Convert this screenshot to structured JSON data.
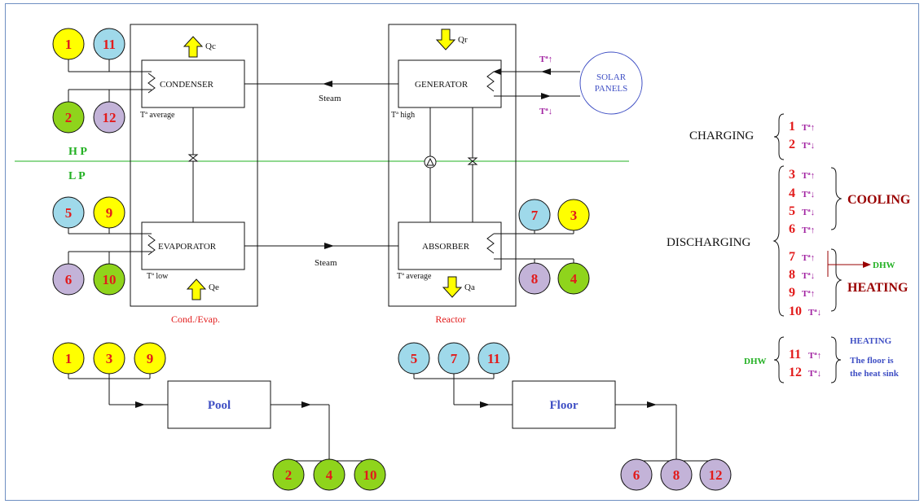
{
  "colors": {
    "yellow": "#ffff00",
    "lightblue": "#9fd9ea",
    "green": "#8fd41c",
    "lilac": "#c3b3d8",
    "red": "#e21b1b",
    "darkred": "#990000",
    "purple": "#a020a0",
    "blue": "#3f4fc4",
    "hpgreen": "#22b022",
    "pale": "#f5f5dc"
  },
  "components": {
    "condenser": "CONDENSER",
    "generator": "GENERATOR",
    "evaporator": "EVAPORATOR",
    "absorber": "ABSORBER",
    "solar": [
      "SOLAR",
      "PANELS"
    ],
    "pool": "Pool",
    "floor": "Floor"
  },
  "labels": {
    "qc": "Qc",
    "qr": "Qr",
    "qe": "Qe",
    "qa": "Qa",
    "steam_top": "Steam",
    "steam_bottom": "Steam",
    "t_avg_cond": "Tª average",
    "t_high": "Tª high",
    "t_low": "Tª low",
    "t_avg_abs": "Tª average",
    "t_up_solar": "Tª↑",
    "t_down_solar": "Tª↓",
    "hp": "H P",
    "lp": "L P",
    "cond_evap": "Cond./Evap.",
    "reactor": "Reactor"
  },
  "circles": {
    "cond_left": [
      "1",
      "11",
      "2",
      "12"
    ],
    "evap_left": [
      "5",
      "9",
      "6",
      "10"
    ],
    "abs_right": [
      "7",
      "3",
      "8",
      "4"
    ],
    "pool_in": [
      "1",
      "3",
      "9"
    ],
    "pool_out": [
      "2",
      "4",
      "10"
    ],
    "floor_in": [
      "5",
      "7",
      "11"
    ],
    "floor_out": [
      "6",
      "8",
      "12"
    ]
  },
  "legend": {
    "charging": "CHARGING",
    "discharging": "DISCHARGING",
    "cooling": "COOLING",
    "heating": "HEATING",
    "dhw_arrow": "DHW",
    "dhw_left": "DHW",
    "heating_small": "HEATING",
    "floor_note_1": "The floor is",
    "floor_note_2": "the heat sink",
    "t_up": "Tª↑",
    "t_down": "Tª↓",
    "items": [
      {
        "num": "1",
        "dir": "up"
      },
      {
        "num": "2",
        "dir": "down"
      },
      {
        "num": "3",
        "dir": "up"
      },
      {
        "num": "4",
        "dir": "down"
      },
      {
        "num": "5",
        "dir": "down"
      },
      {
        "num": "6",
        "dir": "up"
      },
      {
        "num": "7",
        "dir": "up"
      },
      {
        "num": "8",
        "dir": "down"
      },
      {
        "num": "9",
        "dir": "up"
      },
      {
        "num": "10",
        "dir": "down"
      },
      {
        "num": "11",
        "dir": "up"
      },
      {
        "num": "12",
        "dir": "down"
      }
    ]
  }
}
